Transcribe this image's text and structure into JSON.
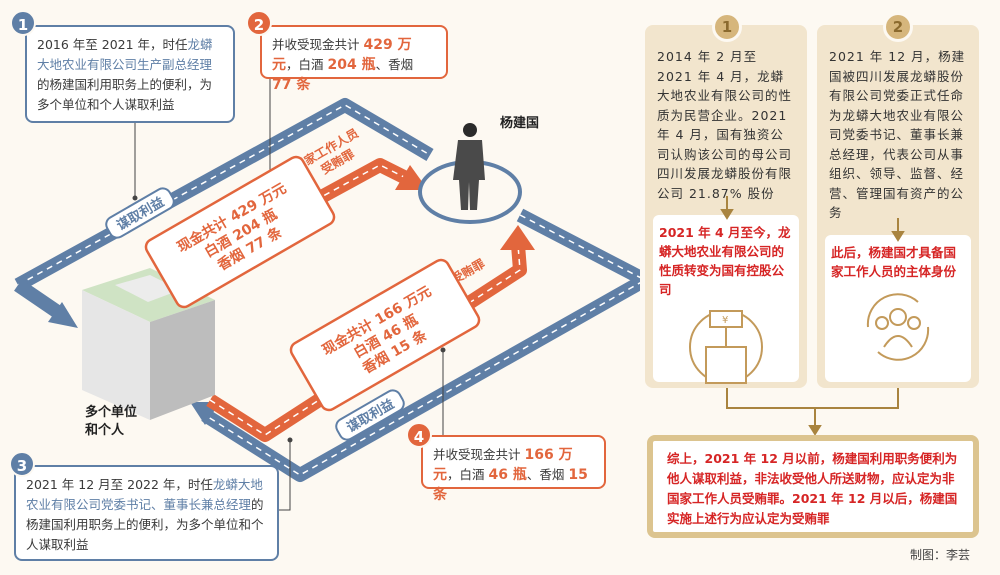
{
  "left": {
    "step1": {
      "num": "1",
      "pre": "2016 年至 2021 年，时任",
      "role": "龙蟒大地农业有限公司生产副总经理",
      "post": "的杨建国利用职务上的便利，为多个单位和个人谋取利益"
    },
    "step2": {
      "num": "2",
      "pre": "并收受现金共计",
      "cash": "429 万元",
      "mid": "，白酒",
      "liquor": "204 瓶",
      "mid2": "、香烟",
      "cig": "77 条"
    },
    "step3": {
      "num": "3",
      "pre": "2021 年 12 月至 2022 年，时任",
      "role": "龙蟒大地农业有限公司党委书记、董事长兼总经理",
      "post": "的杨建国利用职务上的便利，为多个单位和个人谋取利益"
    },
    "step4": {
      "num": "4",
      "pre": "并收受现金共计",
      "cash": "166 万元",
      "mid": "，白酒",
      "liquor": "46 瓶",
      "mid2": "、香烟",
      "cig": "15 条"
    },
    "person_label": "杨建国",
    "building_label_1": "多个单位",
    "building_label_2": "和个人",
    "road_label": "谋取利益",
    "upper_crime_1": "非国家工作人员",
    "upper_crime_2": "受贿罪",
    "lower_crime": "受贿罪",
    "upper_goods": [
      "现金共计 429 万元",
      "白酒 204 瓶",
      "香烟 77 条"
    ],
    "lower_goods": [
      "现金共计 166 万元",
      "白酒 46 瓶",
      "香烟 15 条"
    ]
  },
  "right": {
    "card1": {
      "num": "1",
      "text": "2014 年 2 月至 2021 年 4 月，龙蟒大地农业有限公司的性质为民营企业。2021 年 4 月，国有独资公司认购该公司的母公司四川发展龙蟒股份有限公司 21.87% 股份",
      "result": "2021 年 4 月至今，龙蟒大地农业有限公司的性质转变为国有控股公司"
    },
    "card2": {
      "num": "2",
      "text": "2021 年 12 月，杨建国被四川发展龙蟒股份有限公司党委正式任命为龙蟒大地农业有限公司党委书记、董事长兼总经理，代表公司从事组织、领导、监督、经营、管理国有资产的公务",
      "result": "此后，杨建国才具备国家工作人员的主体身份"
    },
    "summary": "综上，2021 年 12 月以前，杨建国利用职务便利为他人谋取利益，非法收受他人所送财物，应认定为非国家工作人员受贿罪。2021 年 12 月以后，杨建国实施上述行为应认定为受贿罪"
  },
  "credit": "制图：李芸",
  "colors": {
    "blue": "#5f7fa6",
    "orange": "#e2663d",
    "gold": "#d6b67c",
    "red": "#d62525"
  }
}
